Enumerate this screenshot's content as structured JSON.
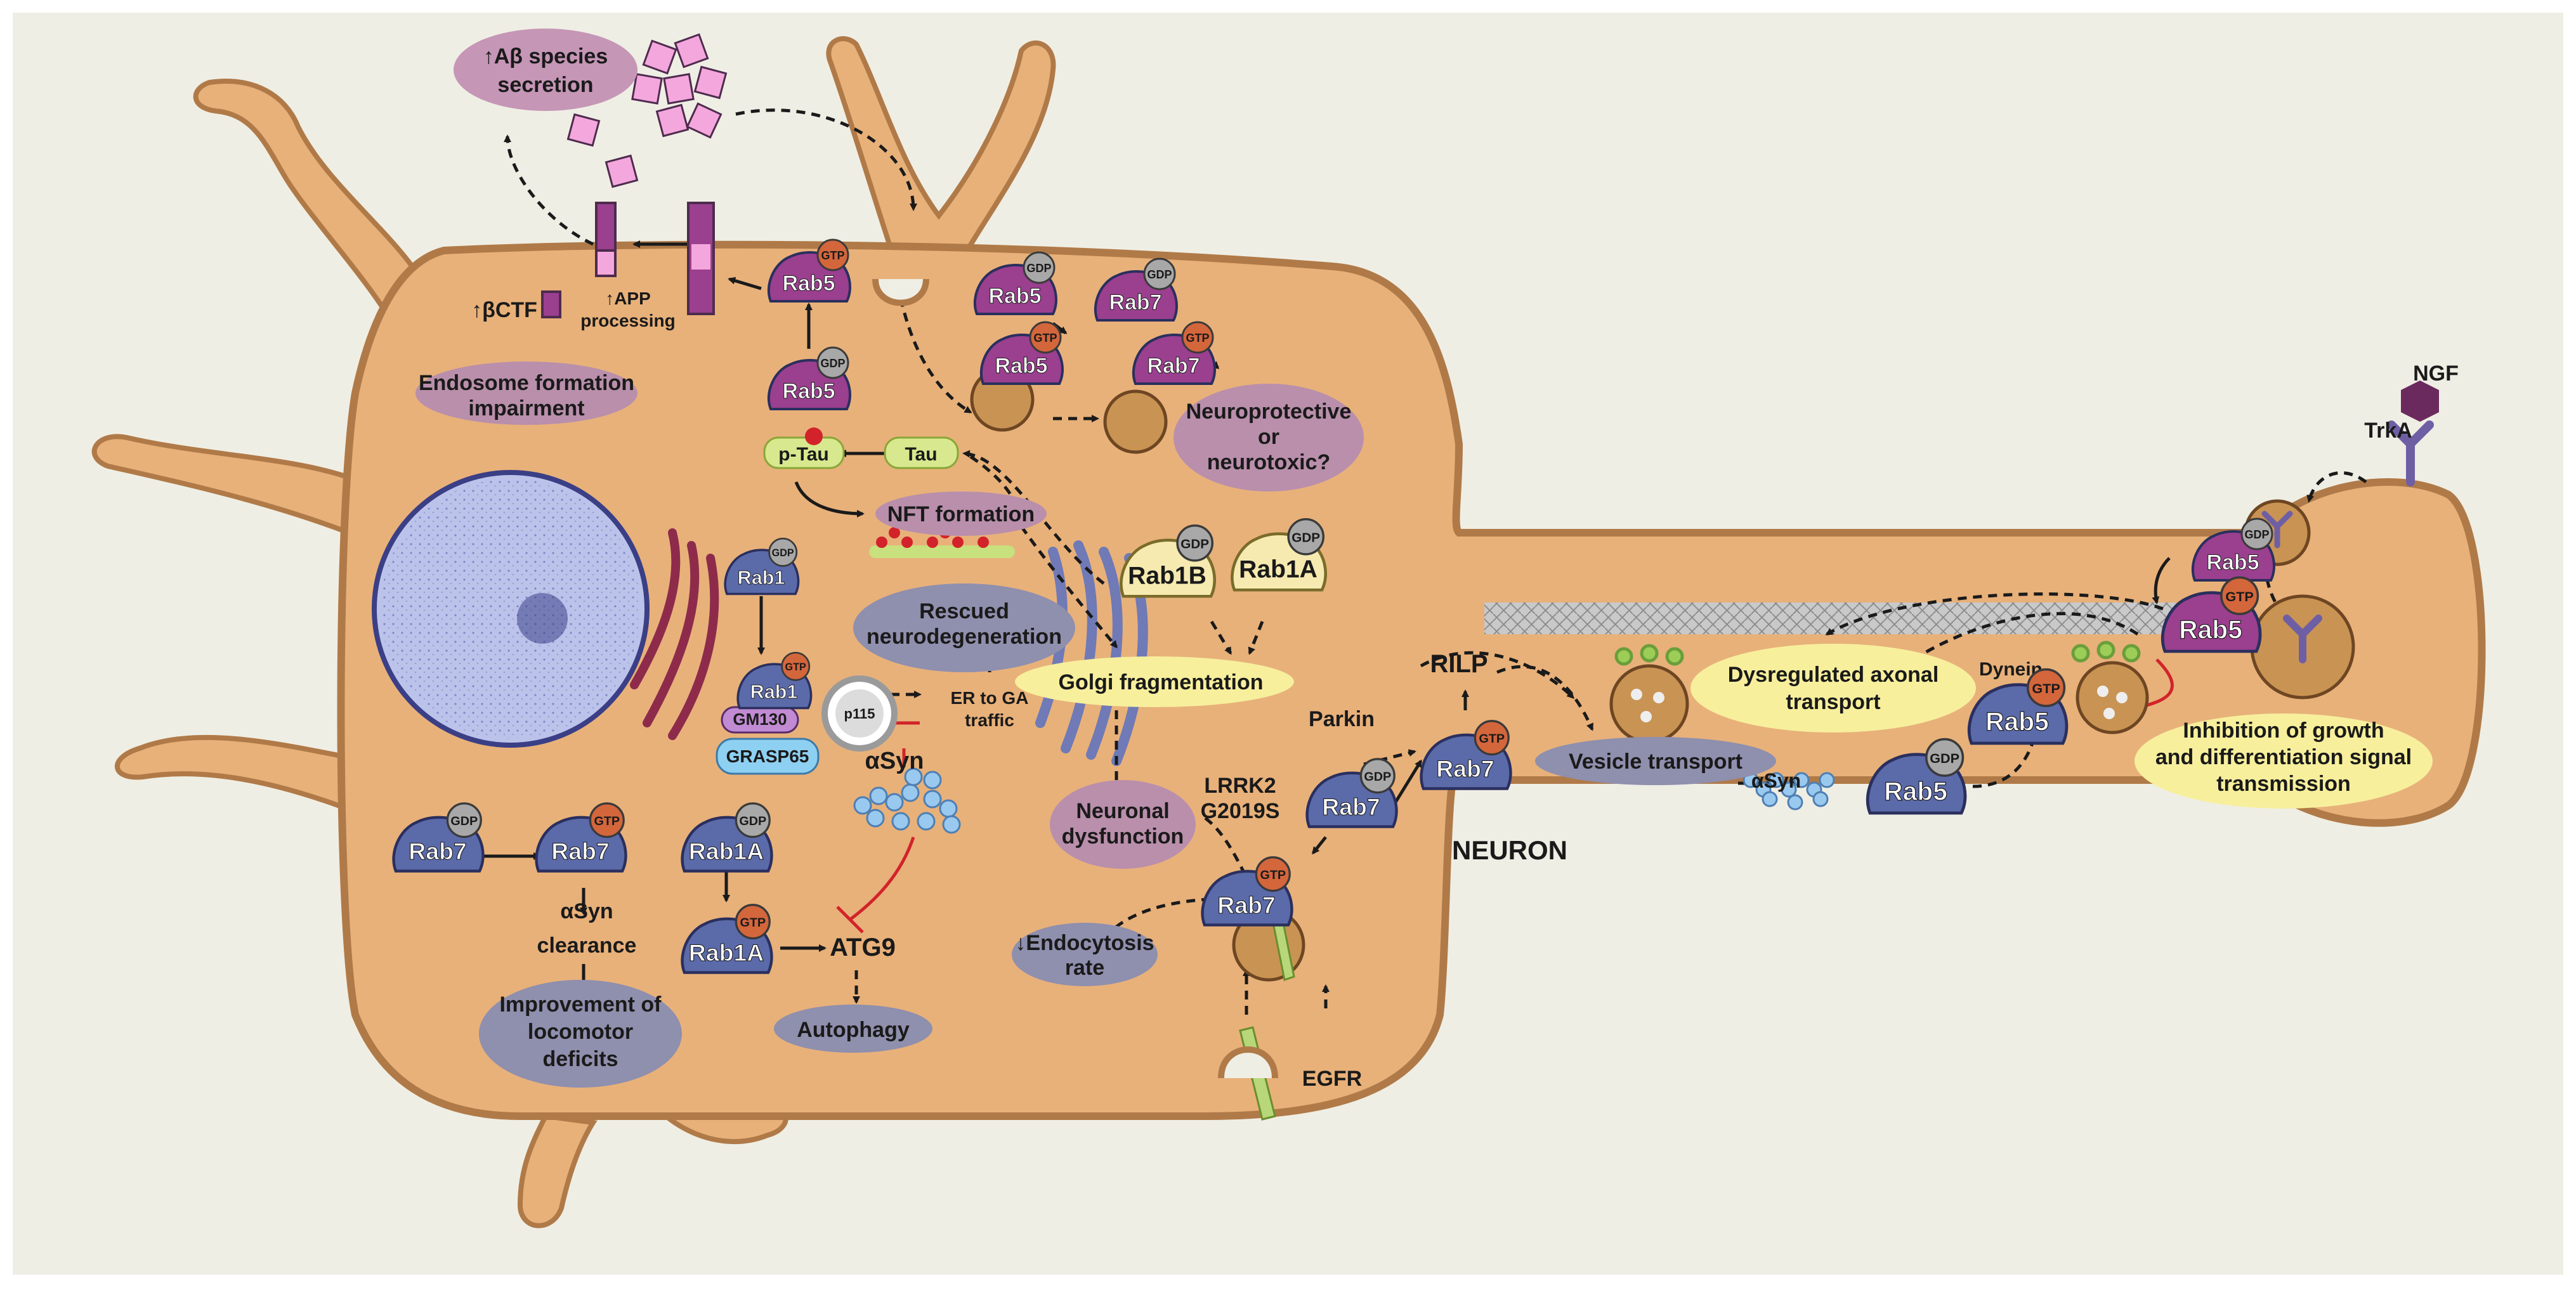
{
  "colors": {
    "background": "#efeee4",
    "cytoplasm": "#e8b17a",
    "membrane": "#b07a48",
    "nucleus": "#bcc3ea",
    "rab_blue": "#5b6aa9",
    "rab_purple": "#9b3f8f",
    "gtp": "#d4663c",
    "gdp": "#a8a8a8",
    "label_purple": "#b98fab",
    "label_yellow": "#f7ef9c",
    "label_grey_blue": "#8f8fae",
    "inhibit_red": "#d2232a",
    "abeta_pink": "#f4a7dd"
  },
  "labels": {
    "abeta_secretion": [
      "↑Aβ species",
      "secretion"
    ],
    "beta_ctf": "↑βCTF",
    "app_processing": [
      "↑APP",
      "processing"
    ],
    "endosome_impairment": [
      "Endosome formation",
      "impairment"
    ],
    "neuroprotective": [
      "Neuroprotective",
      "or",
      "neurotoxic?"
    ],
    "ptau": "p-Tau",
    "tau": "Tau",
    "nft": "NFT formation",
    "rescued": [
      "Rescued",
      "neurodegeneration"
    ],
    "golgi_frag": "Golgi fragmentation",
    "er_ga": [
      "ER to GA",
      "traffic"
    ],
    "neuronal_dysfunction": [
      "Neuronal",
      "dysfunction"
    ],
    "lrrk2": [
      "LRRK2",
      "G2019S"
    ],
    "endocytosis": [
      "↓Endocytosis",
      "rate"
    ],
    "egfr": "EGFR",
    "atg9": "ATG9",
    "autophagy": "Autophagy",
    "asyn_clearance": [
      "αSyn",
      "clearance"
    ],
    "locomotor": [
      "Improvement of",
      "locomotor",
      "deficits"
    ],
    "rilp": "RILP",
    "parkin": "Parkin",
    "vesicle_transport": "Vesicle transport",
    "asyn": "αSyn",
    "dynein": "Dynein",
    "dysregulated": [
      "Dysregulated axonal",
      "transport"
    ],
    "inhibition": [
      "Inhibition of growth",
      "and differentiation signal",
      "transmission"
    ],
    "neuron": "NEURON",
    "ngf": "NGF",
    "trka": "TrkA",
    "gm130": "GM130",
    "grasp65": "GRASP65",
    "p115": "p115"
  },
  "proteins": {
    "rab5": "Rab5",
    "rab7": "Rab7",
    "rab1": "Rab1",
    "rab1a": "Rab1A",
    "rab1b": "Rab1B",
    "gtp": "GTP",
    "gdp": "GDP"
  }
}
